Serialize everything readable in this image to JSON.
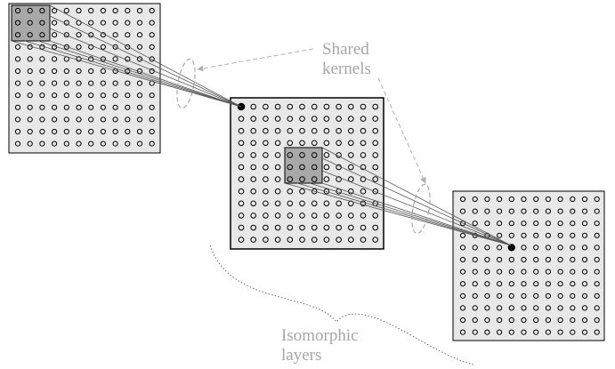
{
  "labels": {
    "shared_kernels_line1": "Shared",
    "shared_kernels_line2": "kernels",
    "isomorphic_line1": "Isomorphic",
    "isomorphic_line2": "layers"
  },
  "layers": [
    {
      "name": "input-layer",
      "rows": 12,
      "cols": 12,
      "kernel_rows": 3,
      "kernel_cols": 3,
      "kernel_at": [
        0,
        0
      ],
      "highlighted_cell": null
    },
    {
      "name": "hidden-layer",
      "rows": 12,
      "cols": 12,
      "kernel_rows": 3,
      "kernel_cols": 3,
      "kernel_at": [
        4,
        4
      ],
      "highlighted_cell": [
        0,
        0
      ]
    },
    {
      "name": "output-layer",
      "rows": 12,
      "cols": 12,
      "kernel_rows": 0,
      "kernel_cols": 0,
      "kernel_at": null,
      "highlighted_cell": [
        4,
        4
      ]
    }
  ],
  "colors": {
    "layer_fill": "#e8e8e8",
    "kernel_fill": "#a8a8a8",
    "node_stroke": "#000000",
    "label_color": "#a6a6a6",
    "connection_line": "#555555"
  }
}
